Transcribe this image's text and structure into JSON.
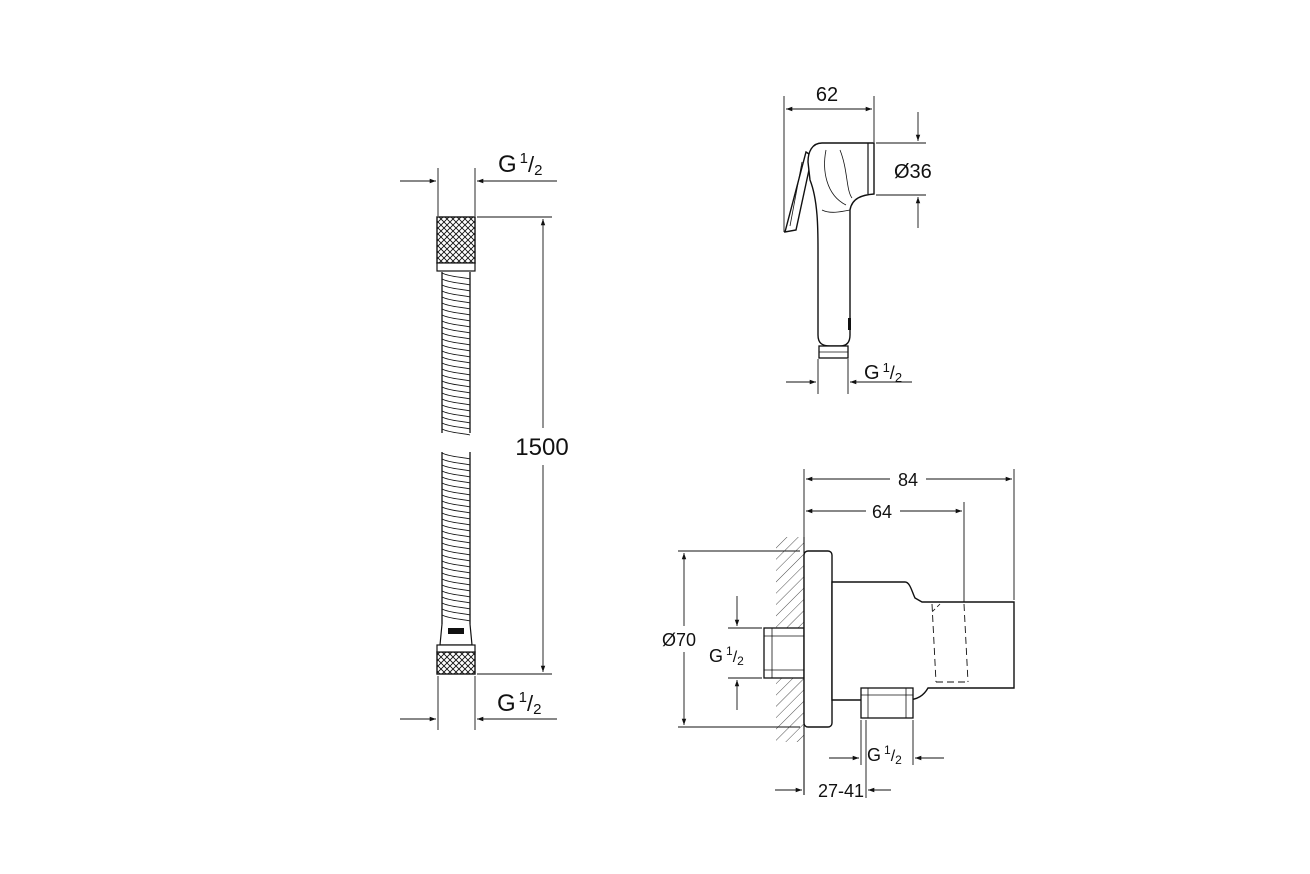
{
  "hose": {
    "top_thread": {
      "main": "G",
      "num": "1",
      "den": "2"
    },
    "bottom_thread": {
      "main": "G",
      "num": "1",
      "den": "2"
    },
    "length": "1500"
  },
  "spray": {
    "width": "62",
    "diameter": "Ø36",
    "thread": {
      "main": "G",
      "num": "1",
      "den": "2"
    }
  },
  "bracket": {
    "overall_depth": "84",
    "holder_depth": "64",
    "rosette_diameter": "Ø70",
    "inlet_thread": {
      "main": "G",
      "num": "1",
      "den": "2"
    },
    "outlet_thread": {
      "main": "G",
      "num": "1",
      "den": "2"
    },
    "adjustment_range": "27-41"
  }
}
